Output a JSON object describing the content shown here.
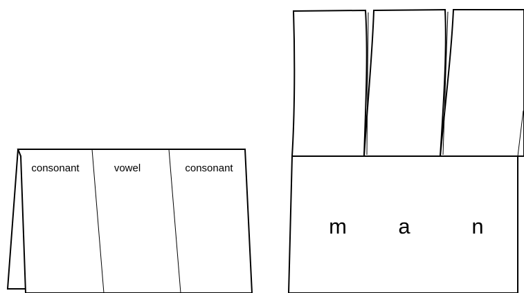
{
  "left_card": {
    "labels": [
      "consonant",
      "vowel",
      "consonant"
    ]
  },
  "right_card": {
    "letters": [
      "m",
      "a",
      "n"
    ]
  },
  "colors": {
    "stroke": "#000000",
    "fill": "#ffffff"
  }
}
